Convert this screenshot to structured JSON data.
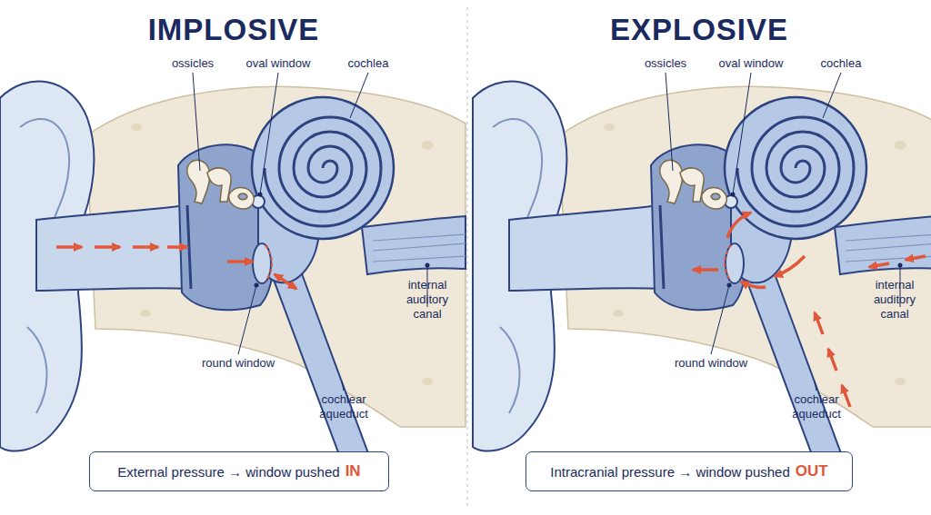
{
  "diagram": {
    "nodes": [
      {
        "text": [
          "External pressure → window pushed",
          "IN"
        ]
      },
      {
        "text": [
          "Intracranial pressure → window pushed",
          "OUT"
        ]
      }
    ],
    "labels": [
      "IMPLOSIVE",
      "ossicles",
      "oval window",
      "cochlea",
      "round window",
      "internal auditory canal",
      "cochlear aqueduct",
      "EXPLOSIVE",
      "ossicles",
      "oval window",
      "cochlea",
      "round window",
      "internal auditory canal",
      "cochlear aqueduct"
    ]
  }
}
